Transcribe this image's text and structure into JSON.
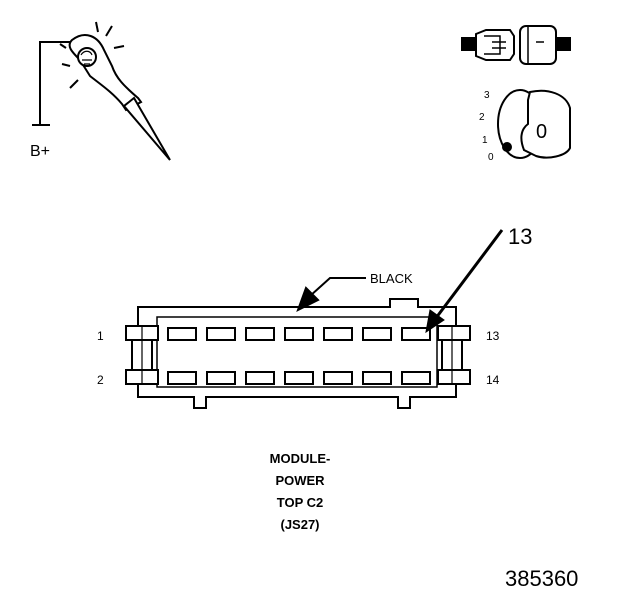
{
  "probe": {
    "supply_label": "B+"
  },
  "ignition": {
    "positions": [
      "3",
      "2",
      "1",
      "0"
    ],
    "key_label": "0"
  },
  "connector": {
    "color_label": "BLACK",
    "callout_pin": "13",
    "pin_labels": {
      "top_left": "1",
      "bottom_left": "2",
      "top_right": "13",
      "bottom_right": "14"
    },
    "caption": [
      "MODULE-",
      "POWER",
      "TOP C2",
      "(JS27)"
    ]
  },
  "figure_number": "385360"
}
